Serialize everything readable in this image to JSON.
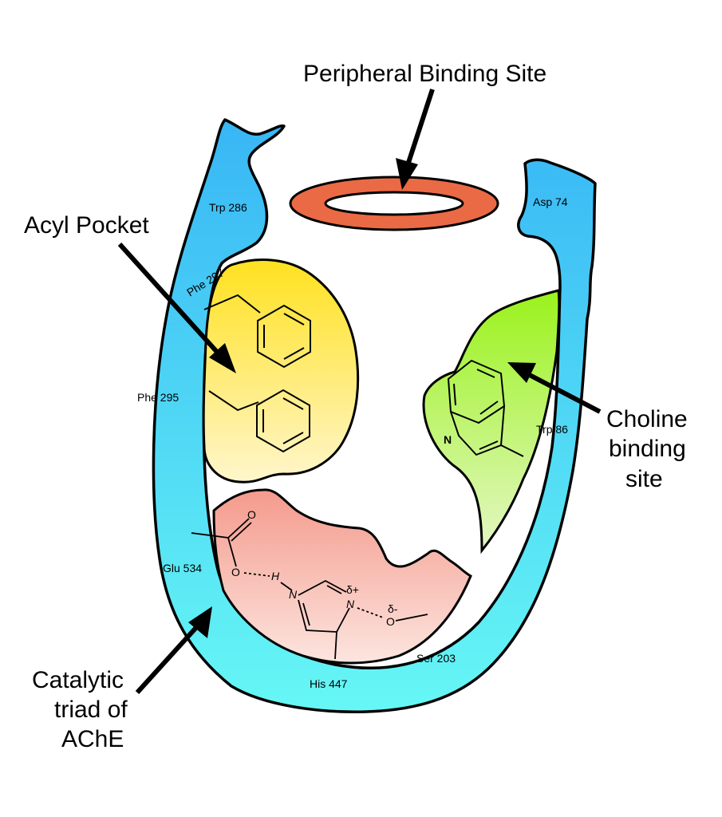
{
  "labels": {
    "peripheral": "Peripheral Binding Site",
    "acyl": "Acyl Pocket",
    "choline_1": "Choline",
    "choline_2": "binding",
    "choline_3": "site",
    "catalytic_1": "Catalytic",
    "catalytic_2": "triad of",
    "catalytic_3": "AChE"
  },
  "residues": {
    "trp286": "Trp 286",
    "phe297": "Phe 297",
    "phe295": "Phe 295",
    "asp74": "Asp 74",
    "trp86": "Trp 86",
    "glu534": "Glu 534",
    "his447": "His 447",
    "ser203": "Ser 203"
  },
  "atoms": {
    "n_indole": "N",
    "o_carbonyl": "O",
    "o_minus": "O",
    "h": "H",
    "n1": "N",
    "n2": "N",
    "delta_plus": "δ+",
    "delta_minus": "δ-",
    "o_ser": "O"
  },
  "colors": {
    "gorge_top": "#38b6f5",
    "gorge_bottom": "#66f7f5",
    "acyl_top": "#ffe11f",
    "acyl_bottom": "#fff6cc",
    "choline_top": "#9af21c",
    "choline_bottom": "#e4f7c4",
    "triad_top": "#f49a8c",
    "triad_bottom": "#fce5df",
    "ring": "#ea6a45"
  }
}
